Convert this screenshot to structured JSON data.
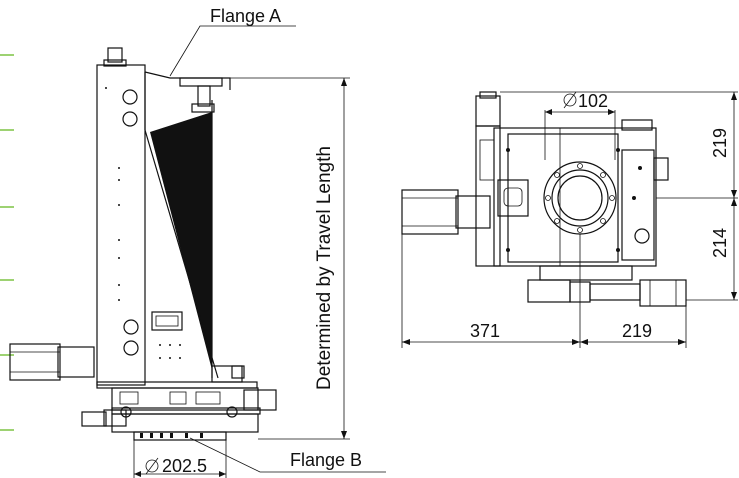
{
  "labels": {
    "flange_a": "Flange A",
    "flange_b": "Flange B",
    "travel": "Determined by Travel Length",
    "diameter_flange_b": "202.5",
    "diameter_port": "102",
    "dim_top_right": "219",
    "dim_mid_right": "214",
    "dim_bottom_left": "371",
    "dim_bottom_right": "219"
  },
  "colors": {
    "line": "#111111",
    "fill_dark": "#111111",
    "accent_green": "#7cc242",
    "background": "#ffffff"
  }
}
